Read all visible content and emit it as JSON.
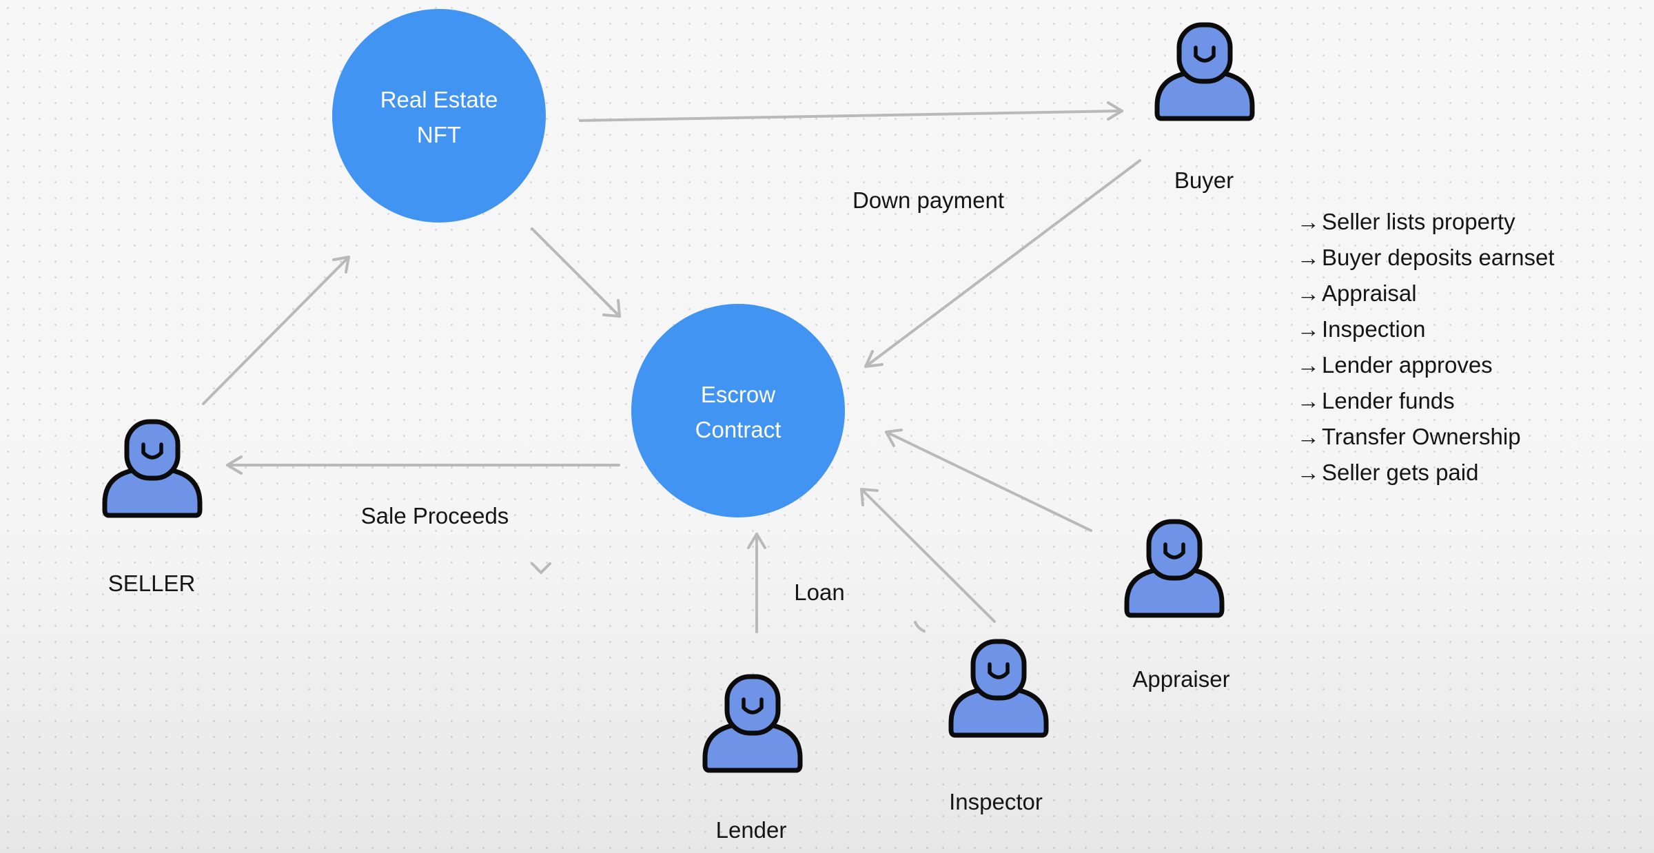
{
  "nodes": {
    "nft": {
      "line1": "Real Estate",
      "line2": "NFT",
      "color": "#4194f2"
    },
    "escrow": {
      "line1": "Escrow",
      "line2": "Contract",
      "color": "#4194f2"
    }
  },
  "people": {
    "buyer": "Buyer",
    "seller": "SELLER",
    "lender": "Lender",
    "inspector": "Inspector",
    "appraiser": "Appraiser"
  },
  "edge_labels": {
    "down_payment": "Down payment",
    "sale_proceeds": "Sale Proceeds",
    "loan": "Loan"
  },
  "steps": [
    {
      "arrow": "→",
      "text": "Seller lists property"
    },
    {
      "arrow": "→",
      "text": "Buyer deposits earnset"
    },
    {
      "arrow": "→",
      "text": "Appraisal"
    },
    {
      "arrow": "→",
      "text": "Inspection"
    },
    {
      "arrow": "→",
      "text": "Lender approves"
    },
    {
      "arrow": "→",
      "text": "Lender funds"
    },
    {
      "arrow": "→",
      "text": "Transfer Ownership"
    },
    {
      "arrow": "→",
      "text": "Seller gets paid"
    }
  ],
  "colors": {
    "node_fill": "#4194f2",
    "person_fill": "#6f93e6",
    "arrow": "#b9b9b9"
  },
  "icons": {
    "person": "person-icon",
    "arrow": "arrow-icon"
  }
}
